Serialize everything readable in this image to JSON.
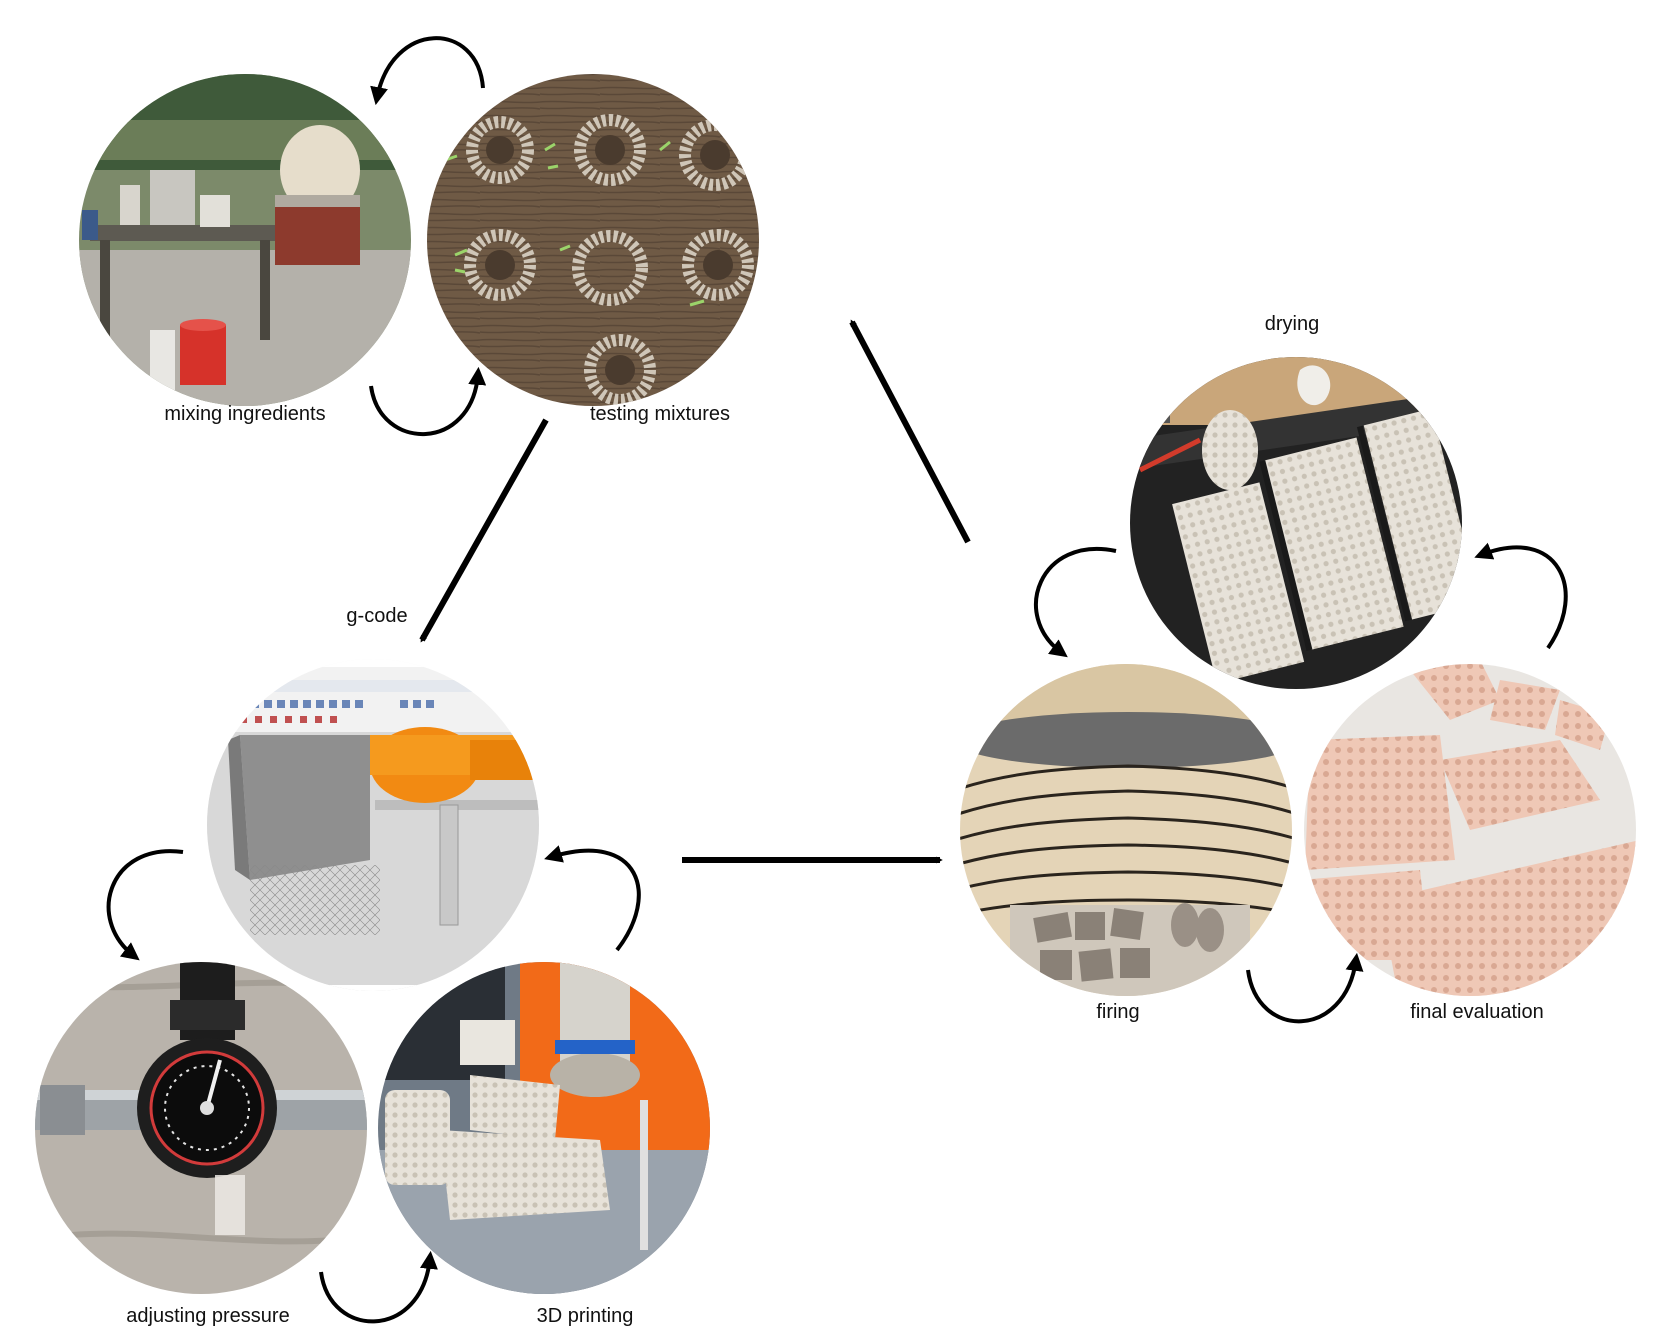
{
  "stages": {
    "mixing": {
      "label": "mixing ingredients"
    },
    "testing": {
      "label": "testing mixtures"
    },
    "gcode": {
      "label": "g-code"
    },
    "pressure": {
      "label": "adjusting pressure"
    },
    "printing": {
      "label": "3D printing"
    },
    "drying": {
      "label": "drying"
    },
    "firing": {
      "label": "firing"
    },
    "evaluation": {
      "label": "final evaluation"
    }
  },
  "colors": {
    "arrow": "#000000",
    "background": "#ffffff"
  }
}
